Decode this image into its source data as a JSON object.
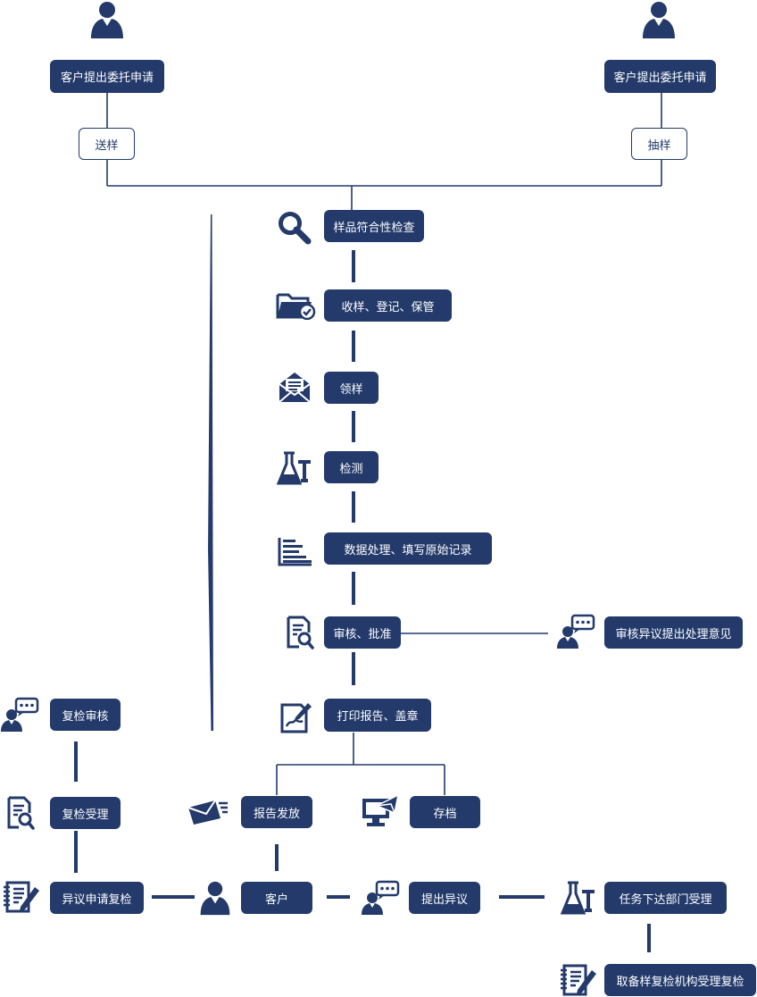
{
  "colors": {
    "primary": "#233a6b",
    "line": "#233a6b",
    "background": "#ffffff"
  },
  "top": {
    "left_request": "客户提出委托申请",
    "right_request": "客户提出委托申请",
    "send_sample": "送样",
    "take_sample": "抽样"
  },
  "flow": {
    "check": "样品符合性检查",
    "receive": "收样、登记、保管",
    "collect": "领样",
    "test": "检测",
    "data": "数据处理、填写原始记录",
    "review": "审核、批准",
    "review_objection": "审核异议提出处理意见",
    "print": "打印报告、盖章"
  },
  "bottom": {
    "issue": "报告发放",
    "archive": "存档",
    "customer": "客户",
    "objection": "提出异议",
    "assign": "任务下达部门受理",
    "recheck_org": "取备样复检机构受理复检",
    "recheck_apply": "异议申请复检",
    "recheck_accept": "复检受理",
    "recheck_review": "复检审核"
  },
  "icons": [
    "user-icon",
    "magnifier-icon",
    "folder-check-icon",
    "envelope-icon",
    "flask-icon",
    "list-icon",
    "document-search-icon",
    "chat-user-icon",
    "signature-icon",
    "send-mail-icon",
    "monitor-mail-icon",
    "notepad-pen-icon"
  ]
}
